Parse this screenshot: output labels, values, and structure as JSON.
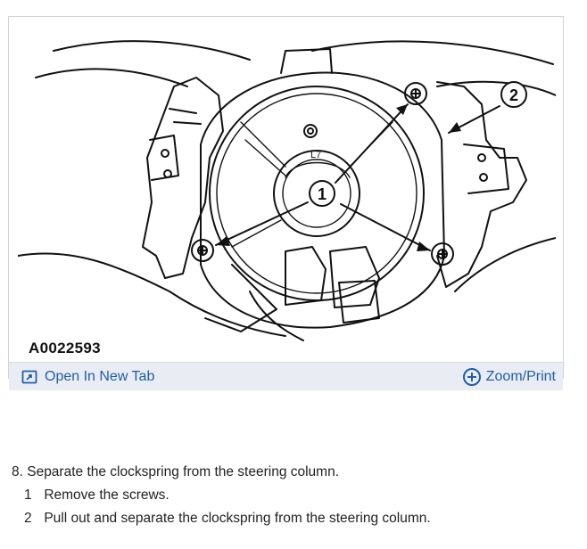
{
  "figure": {
    "id": "A0022593",
    "callouts": [
      "1",
      "2"
    ],
    "open_new_tab_label": "Open In New Tab",
    "zoom_print_label": "Zoom/Print",
    "icons": {
      "open": "open-in-new-tab-icon",
      "zoom": "plus-circle-icon"
    },
    "accent_color": "#1f5ea8"
  },
  "procedure": {
    "step": "8. Separate the clockspring from the steering column.",
    "substeps": [
      {
        "num": "1",
        "text": "Remove the screws."
      },
      {
        "num": "2",
        "text": "Pull out and separate the clockspring from the steering column."
      }
    ]
  }
}
